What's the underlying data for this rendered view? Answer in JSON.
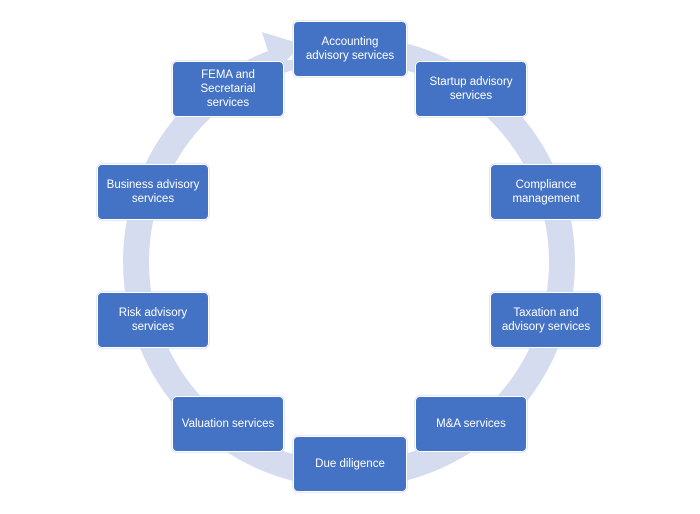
{
  "colors": {
    "node_fill": "#4472C4",
    "node_text": "#FFFFFF",
    "ring": "#D6DCEF"
  },
  "diagram": {
    "type": "cycle",
    "nodes": [
      {
        "id": "accounting",
        "label": "Accounting advisory services"
      },
      {
        "id": "startup",
        "label": "Startup advisory services"
      },
      {
        "id": "compliance",
        "label": "Compliance management"
      },
      {
        "id": "taxation",
        "label": "Taxation and advisory services"
      },
      {
        "id": "ma",
        "label": "M&A services"
      },
      {
        "id": "due-diligence",
        "label": "Due diligence"
      },
      {
        "id": "valuation",
        "label": "Valuation services"
      },
      {
        "id": "risk",
        "label": "Risk advisory services"
      },
      {
        "id": "business",
        "label": "Business advisory services"
      },
      {
        "id": "fema",
        "label": "FEMA and Secretarial services"
      }
    ]
  }
}
